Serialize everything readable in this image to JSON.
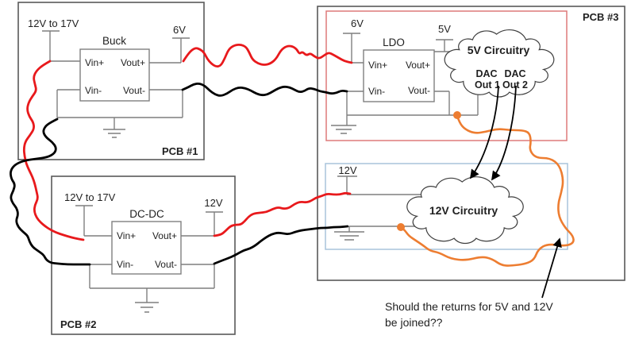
{
  "diagram": {
    "pcb1": {
      "title": "PCB #1",
      "input_rail": "12V to 17V",
      "output_rail": "6V",
      "converter": "Buck",
      "pin_vin_plus": "Vin+",
      "pin_vout_plus": "Vout+",
      "pin_vin_minus": "Vin-",
      "pin_vout_minus": "Vout-"
    },
    "pcb2": {
      "title": "PCB #2",
      "input_rail": "12V to 17V",
      "output_rail": "12V",
      "converter": "DC-DC",
      "pin_vin_plus": "Vin+",
      "pin_vout_plus": "Vout+",
      "pin_vin_minus": "Vin-",
      "pin_vout_minus": "Vout-"
    },
    "pcb3": {
      "title": "PCB #3",
      "ldo_input_rail": "6V",
      "converter": "LDO",
      "ldo_output_rail": "5V",
      "pin_vin_plus": "Vin+",
      "pin_vout_plus": "Vout+",
      "pin_vin_minus": "Vin-",
      "pin_vout_minus": "Vout-",
      "rail_12v": "12V",
      "cloud_5v": {
        "title": "5V Circuitry",
        "dac1_line1": "DAC",
        "dac1_line2": "Out 1",
        "dac2_line1": "DAC",
        "dac2_line2": "Out 2"
      },
      "cloud_12v": {
        "title": "12V Circuitry"
      }
    },
    "question": {
      "line1": "Should the returns for 5V and 12V",
      "line2": "be joined??"
    },
    "colors": {
      "wire_red": "#e8191c",
      "wire_black": "#000000",
      "wire_orange": "#ed7d31",
      "circuit_gray": "#7f7f7f",
      "label_red": "#e03c3c",
      "dac_green": "#70ad47",
      "region_5v_border": "#dd7a7a",
      "region_12v_border": "#a8c4dc",
      "board_border": "#595959"
    }
  }
}
